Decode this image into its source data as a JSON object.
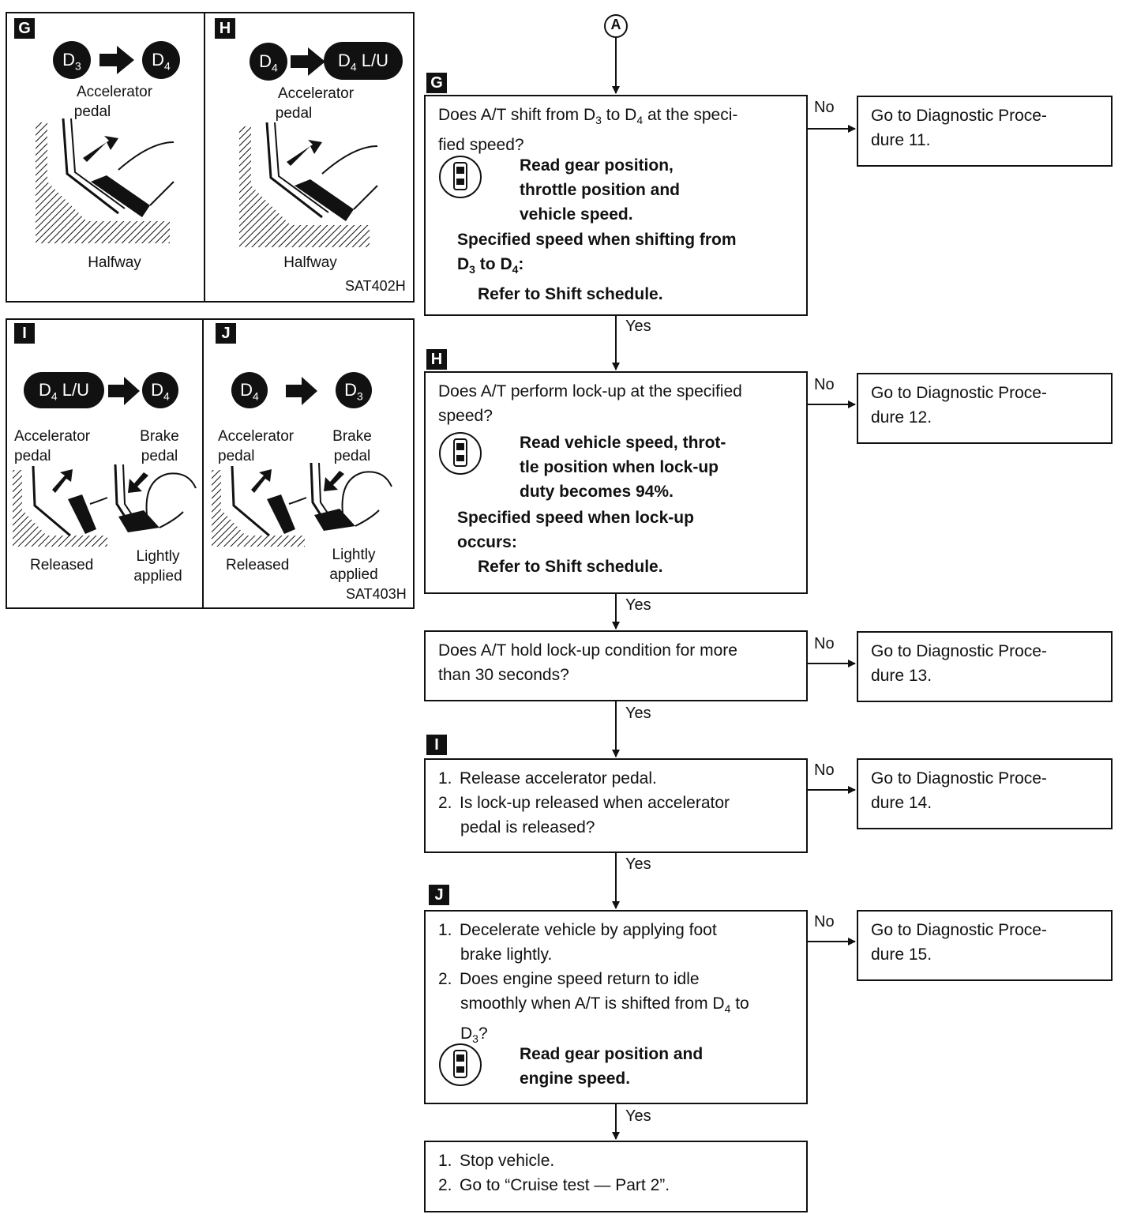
{
  "connector": "A",
  "labels": {
    "yes": "Yes",
    "no": "No"
  },
  "steps": {
    "g": {
      "tag": "G",
      "question_1": "Does A/T shift from D",
      "sub_a": "3",
      "question_2": " to D",
      "sub_b": "4",
      "question_3": " at the speci-",
      "question_4": "fied speed?",
      "read_1": "Read gear position,",
      "read_2": "throttle position and",
      "read_3": "vehicle speed.",
      "spec_1": "Specified speed when shifting from",
      "spec_2a": "D",
      "spec_2_sub_a": "3",
      "spec_2b": " to D",
      "spec_2_sub_b": "4",
      "spec_2c": ":",
      "spec_3": "Refer to Shift schedule.",
      "result": "Go to Diagnostic Proce-",
      "result_2": "dure 11."
    },
    "h": {
      "tag": "H",
      "question_1": "Does A/T perform lock-up at the specified",
      "question_2": "speed?",
      "read_1": "Read vehicle speed, throt-",
      "read_2": "tle position when lock-up",
      "read_3": "duty becomes 94%.",
      "spec_1": "Specified speed when lock-up",
      "spec_2": "occurs:",
      "spec_3": "Refer to Shift schedule.",
      "result": "Go to Diagnostic Proce-",
      "result_2": "dure 12."
    },
    "hold": {
      "question_1": "Does A/T hold lock-up condition for more",
      "question_2": "than 30 seconds?",
      "result": "Go to Diagnostic Proce-",
      "result_2": "dure 13."
    },
    "i": {
      "tag": "I",
      "item1_num": "1.",
      "item1": "Release accelerator pedal.",
      "item2_num": "2.",
      "item2_1": "Is lock-up released when accelerator",
      "item2_2": "pedal is released?",
      "result": "Go to Diagnostic Proce-",
      "result_2": "dure 14."
    },
    "j": {
      "tag": "J",
      "item1_num": "1.",
      "item1_1": "Decelerate vehicle by applying foot",
      "item1_2": "brake lightly.",
      "item2_num": "2.",
      "item2_1": "Does engine speed return to idle",
      "item2_2a": "smoothly when A/T is shifted from D",
      "item2_2_sub": "4",
      "item2_2b": " to",
      "item2_3a": "D",
      "item2_3_sub": "3",
      "item2_3b": "?",
      "read_1": "Read gear position and",
      "read_2": "engine speed.",
      "result": "Go to Diagnostic Proce-",
      "result_2": "dure 15."
    },
    "final": {
      "item1_num": "1.",
      "item1": "Stop vehicle.",
      "item2_num": "2.",
      "item2": "Go to “Cruise test — Part 2”."
    }
  },
  "figures": {
    "fig1": {
      "code": "SAT402H",
      "g": {
        "tag": "G",
        "from": "D",
        "from_sub": "3",
        "to": "D",
        "to_sub": "4",
        "pedal_label_1": "Accelerator",
        "pedal_label_2": "pedal",
        "state": "Halfway"
      },
      "h": {
        "tag": "H",
        "from": "D",
        "from_sub": "4",
        "to": "D",
        "to_sub": "4",
        "to_extra": "L/U",
        "pedal_label_1": "Accelerator",
        "pedal_label_2": "pedal",
        "state": "Halfway"
      }
    },
    "fig2": {
      "code": "SAT403H",
      "i": {
        "tag": "I",
        "from": "D",
        "from_sub": "4",
        "from_extra": "L/U",
        "to": "D",
        "to_sub": "4",
        "acc_1": "Accelerator",
        "acc_2": "pedal",
        "brake_1": "Brake",
        "brake_2": "pedal",
        "acc_state": "Released",
        "brake_state_1": "Lightly",
        "brake_state_2": "applied"
      },
      "j": {
        "tag": "J",
        "from": "D",
        "from_sub": "4",
        "to": "D",
        "to_sub": "3",
        "acc_1": "Accelerator",
        "acc_2": "pedal",
        "brake_1": "Brake",
        "brake_2": "pedal",
        "acc_state": "Released",
        "brake_state_1": "Lightly",
        "brake_state_2": "applied"
      }
    }
  }
}
